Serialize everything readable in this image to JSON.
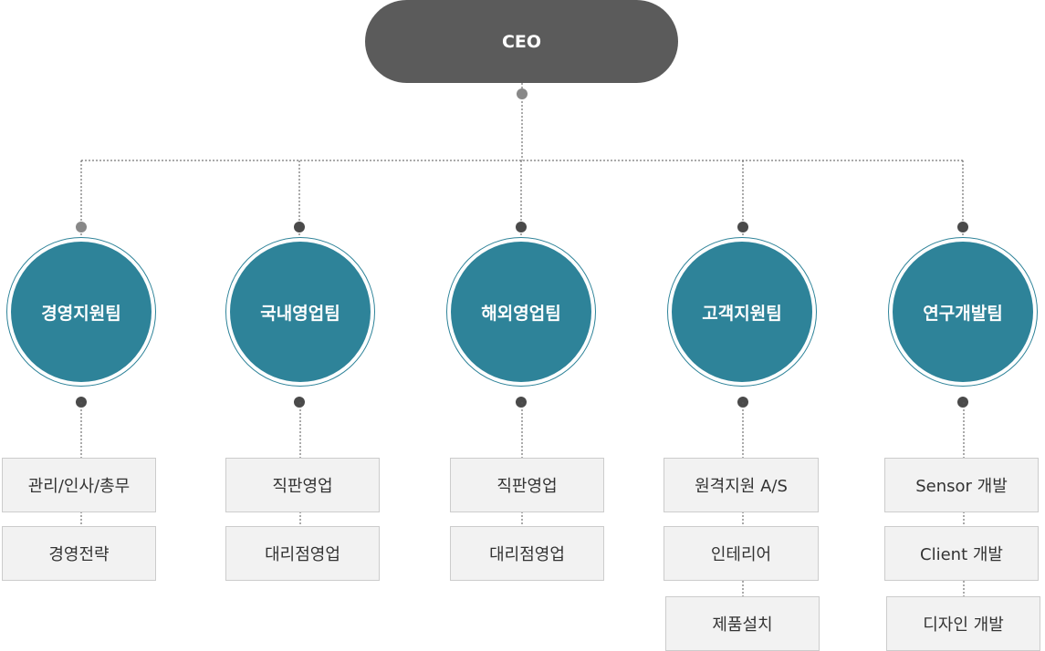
{
  "ceo": {
    "label": "CEO"
  },
  "teams": [
    {
      "label": "경영지원팀",
      "items": [
        "관리/인사/총무",
        "경영전략"
      ]
    },
    {
      "label": "국내영업팀",
      "items": [
        "직판영업",
        "대리점영업"
      ]
    },
    {
      "label": "해외영업팀",
      "items": [
        "직판영업",
        "대리점영업"
      ]
    },
    {
      "label": "고객지원팀",
      "items": [
        "원격지원 A/S",
        "인테리어",
        "제품설치"
      ]
    },
    {
      "label": "연구개발팀",
      "items": [
        "Sensor 개발",
        "Client 개발",
        "디자인 개발"
      ]
    }
  ],
  "colors": {
    "ceo": "#5b5b5b",
    "team": "#2e8399",
    "box_fill": "#f2f2f2",
    "box_border": "#cccccc",
    "line": "#555555"
  }
}
